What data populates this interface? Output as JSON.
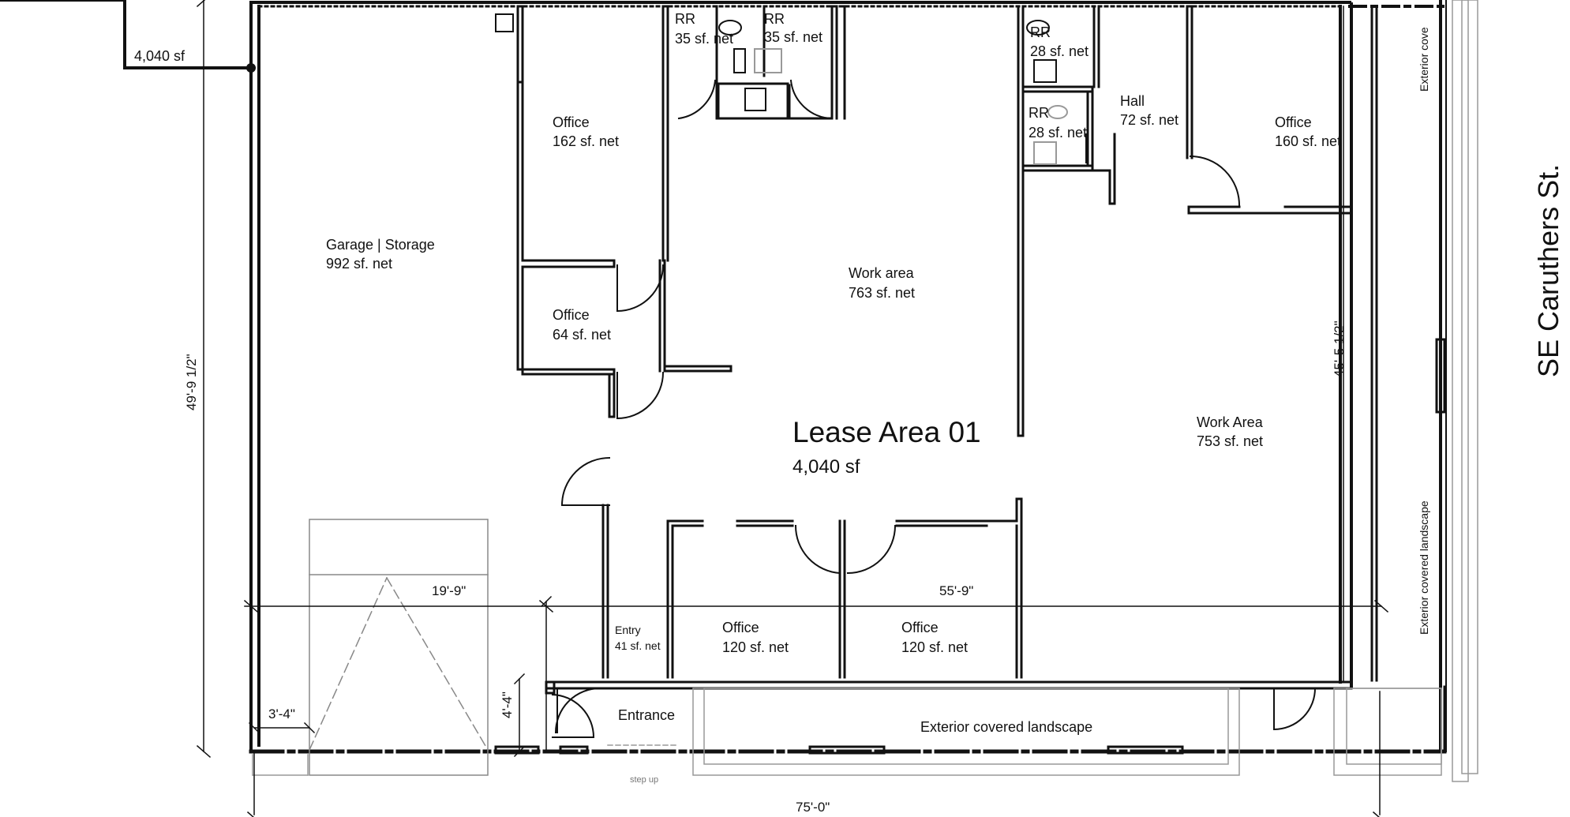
{
  "lease": {
    "name": "Lease Area 01",
    "area": "4,040 sf"
  },
  "corner_area": "4,040 sf",
  "street": "SE Caruthers St.",
  "rooms": {
    "garage": {
      "name": "Garage | Storage",
      "area": "992 sf. net"
    },
    "office_162": {
      "name": "Office",
      "area": "162 sf. net"
    },
    "office_64": {
      "name": "Office",
      "area": "64 sf. net"
    },
    "rr_1": {
      "name": "RR",
      "area": "35 sf. net"
    },
    "rr_2": {
      "name": "RR",
      "area": "35 sf. net"
    },
    "work_area_763": {
      "name": "Work area",
      "area": "763 sf. net"
    },
    "rr_3": {
      "name": "RR",
      "area": "28 sf. net"
    },
    "rr_4": {
      "name": "RR",
      "area": "28 sf. net"
    },
    "hall": {
      "name": "Hall",
      "area": "72 sf. net"
    },
    "office_160": {
      "name": "Office",
      "area": "160 sf. net"
    },
    "work_area_753": {
      "name": "Work Area",
      "area": "753 sf. net"
    },
    "entry": {
      "name": "Entry",
      "area": "41 sf. net"
    },
    "office_120_a": {
      "name": "Office",
      "area": "120 sf. net"
    },
    "office_120_b": {
      "name": "Office",
      "area": "120 sf. net"
    }
  },
  "dimensions": {
    "width_total": "75'-0\"",
    "height_left": "49'-9 1/2\"",
    "height_right": "45'-5 1/2\"",
    "dim_19_9": "19'-9\"",
    "dim_55_9": "55'-9\"",
    "dim_3_4": "3'-4\"",
    "dim_4_4": "4'-4\""
  },
  "labels": {
    "entrance": "Entrance",
    "step_up": "step up",
    "landscape_bottom": "Exterior covered landscape",
    "landscape_right": "Exterior covered landscape",
    "landscape_right_top": "Exterior cove"
  }
}
